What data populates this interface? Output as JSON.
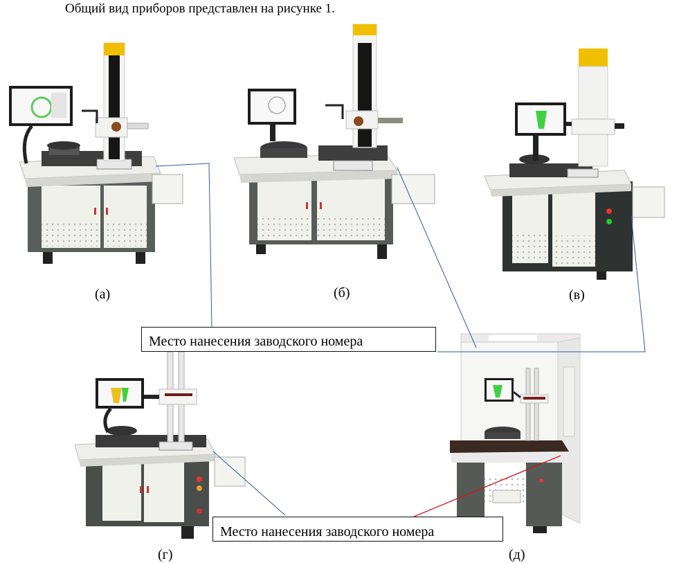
{
  "intro_text": "Общий вид приборов представлен на рисунке 1.",
  "captions": {
    "a": "(а)",
    "b": "(б)",
    "v": "(в)",
    "g": "(г)",
    "d": "(д)"
  },
  "labels": {
    "serial_top": "Место нанесения заводского номера",
    "serial_bottom": "Место нанесения заводского номера"
  },
  "colors": {
    "leader_blue": "#2f57a6",
    "leader_red": "#d01818",
    "cabinet_light": "#f2f2ee",
    "cabinet_dark": "#4a4f4c",
    "column_black": "#151515",
    "screen_green": "#3fd13f"
  }
}
